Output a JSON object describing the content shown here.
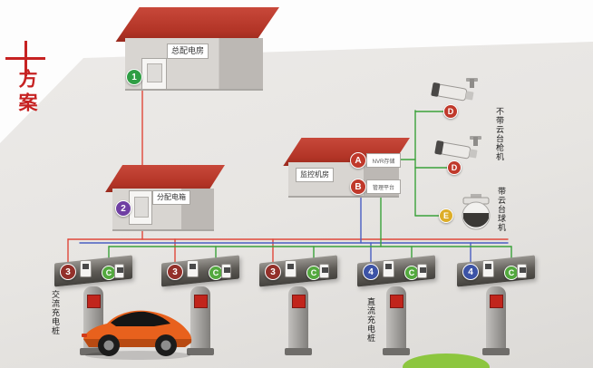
{
  "scheme": {
    "label": "方案"
  },
  "buildings": {
    "main_power": {
      "label": "总配电房",
      "marker": "1"
    },
    "distribution_box": {
      "label": "分配电箱",
      "marker": "2"
    },
    "monitoring_room": {
      "label": "监控机房",
      "devices": [
        {
          "marker": "A",
          "label": "NVR存储"
        },
        {
          "marker": "B",
          "label": "管理平台"
        }
      ]
    }
  },
  "cameras": {
    "fixed_group_label": "不带云台枪机",
    "ptz_group_label": "带云台球机",
    "items": [
      {
        "marker": "D"
      },
      {
        "marker": "D"
      },
      {
        "marker": "E"
      }
    ]
  },
  "charging": {
    "ac_label": "交流充电桩",
    "dc_label": "直流充电桩",
    "tag": "C",
    "stations": [
      {
        "marker": "3"
      },
      {
        "marker": "3"
      },
      {
        "marker": "3"
      },
      {
        "marker": "4"
      },
      {
        "marker": "4"
      }
    ]
  },
  "colors": {
    "roof_red": "#b23426",
    "line_red": "#e0483a",
    "line_green": "#3aa23a",
    "line_blue": "#4a5ec2",
    "marker_green": "#2f9e44",
    "marker_purple": "#6f3fa3",
    "marker_maroon": "#93302a",
    "marker_blue": "#3c53a6",
    "marker_red": "#c0392b",
    "marker_yellow": "#ddad27",
    "tag_green": "#53a83e"
  }
}
